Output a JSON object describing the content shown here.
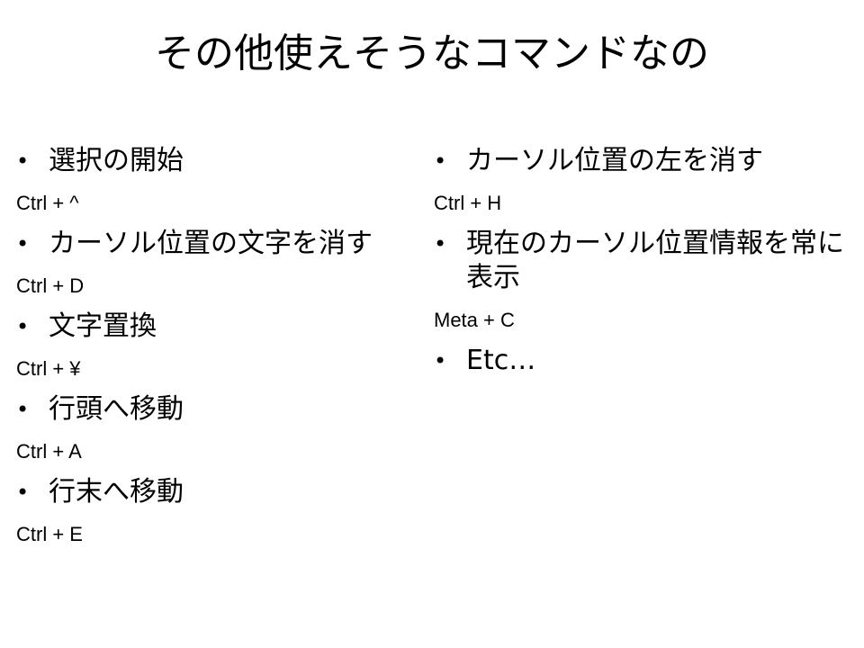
{
  "slide": {
    "title": "その他使えそうなコマンドなの",
    "left_column": {
      "items": [
        {
          "label": "選択の開始",
          "shortcut": "Ctrl + ^"
        },
        {
          "label": "カーソル位置の文字を消す",
          "shortcut": "Ctrl + D"
        },
        {
          "label": "文字置換",
          "shortcut": "Ctrl + ¥"
        },
        {
          "label": "行頭へ移動",
          "shortcut": "Ctrl + A"
        },
        {
          "label": "行末へ移動",
          "shortcut": "Ctrl + E"
        }
      ]
    },
    "right_column": {
      "items": [
        {
          "label": "カーソル位置の左を消す",
          "shortcut": "Ctrl + H"
        },
        {
          "label": "現在のカーソル位置情報を常に表示",
          "shortcut": "Meta + C"
        },
        {
          "label": "Etc…"
        }
      ]
    }
  }
}
